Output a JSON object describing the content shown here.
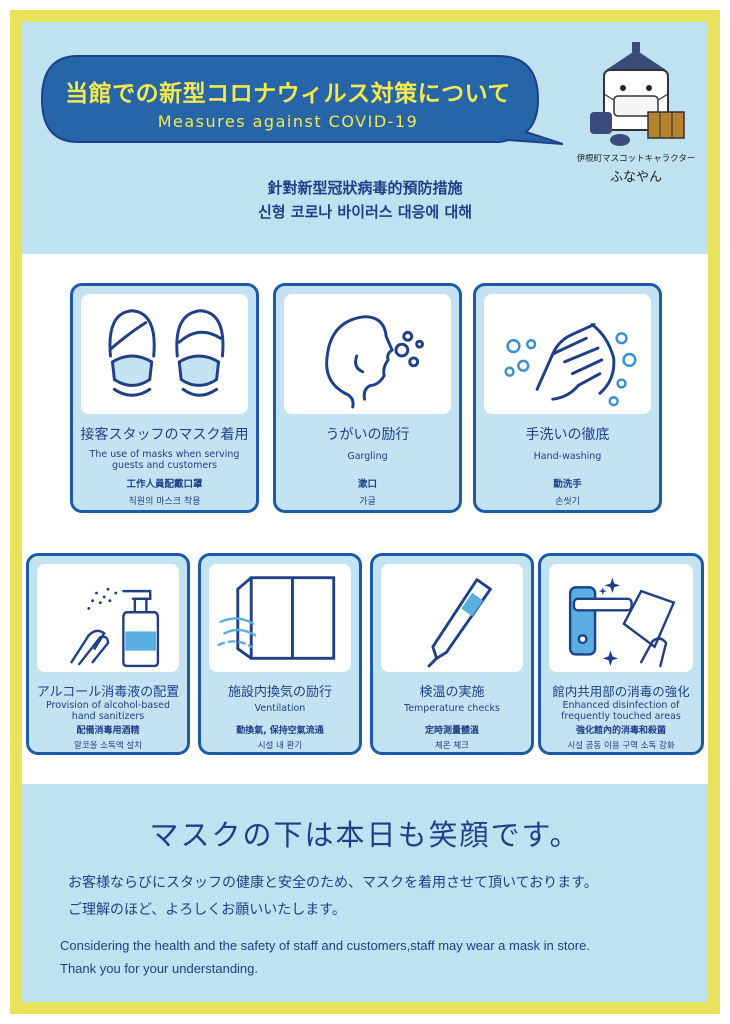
{
  "header": {
    "title_jp": "当館での新型コロナウィルス対策について",
    "title_en": "Measures against COVID-19",
    "subtitle_zh": "針對新型冠狀病毒的預防措施",
    "subtitle_ko": "신형 코로나 바이러스 대응에 대해"
  },
  "mascot": {
    "caption_small": "伊根町マスコットキャラクター",
    "name": "ふなやん"
  },
  "measures_row1": [
    {
      "jp": "接客スタッフのマスク着用",
      "en": "The use of masks when serving guests and customers",
      "zh": "工作人員配戴口罩",
      "ko": "직원의 마스크 착용",
      "icon": "masked-faces-icon"
    },
    {
      "jp": "うがいの励行",
      "en": "Gargling",
      "zh": "漱口",
      "ko": "가글",
      "icon": "gargling-icon"
    },
    {
      "jp": "手洗いの徹底",
      "en": "Hand-washing",
      "zh": "勤洗手",
      "ko": "손씻기",
      "icon": "hand-washing-icon"
    }
  ],
  "measures_row2": [
    {
      "jp": "アルコール消毒液の配置",
      "en": "Provision of alcohol-based hand sanitizers",
      "zh": "配備消毒用酒精",
      "ko": "알코올 소독액 설치",
      "icon": "sanitizer-icon"
    },
    {
      "jp": "施設内換気の励行",
      "en": "Ventilation",
      "zh": "勤換氣, 保持空氣流通",
      "ko": "시설 내 환기",
      "icon": "window-ventilation-icon"
    },
    {
      "jp": "検温の実施",
      "en": "Temperature checks",
      "zh": "定時測量體溫",
      "ko": "체온 체크",
      "icon": "thermometer-icon"
    },
    {
      "jp": "館内共用部の消毒の強化",
      "en": "Enhanced disinfection of frequently touched areas",
      "zh": "強化館內的消毒和殺菌",
      "ko": "시설 공동 이용 구역 소독 강화",
      "icon": "door-disinfection-icon"
    }
  ],
  "footer": {
    "headline": "マスクの下は本日も笑顔です。",
    "jp_line1": "お客様ならびにスタッフの健康と安全のため、マスクを着用させて頂いております。",
    "jp_line2": "ご理解のほど、よろしくお願いいたします。",
    "en_line1": "Considering the health and the safety of staff and customers,staff may wear a mask in store.",
    "en_line2": "Thank you for your understanding."
  },
  "colors": {
    "frame": "#e9e35c",
    "band": "#bfe2f1",
    "navy": "#1f3f88",
    "bubble": "#2565a8",
    "title_yellow": "#f4e94e"
  }
}
